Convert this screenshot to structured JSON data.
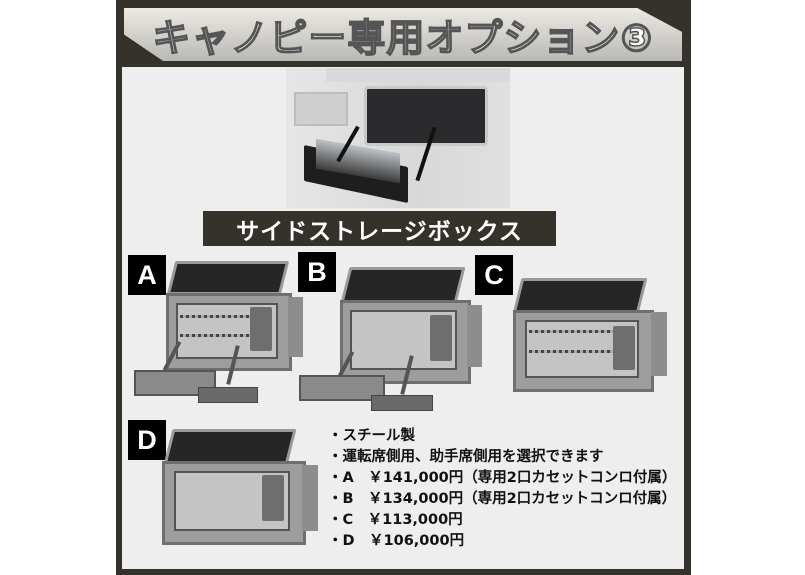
{
  "header": {
    "title": "キャノピー専用オプション③"
  },
  "photo": {
    "description": "Side storage box open on canopy with 2-burner cassette stove"
  },
  "section": {
    "label": "サイドストレージボックス"
  },
  "variants": [
    {
      "tag": "A",
      "has_stove_shelf": true,
      "has_rails": true
    },
    {
      "tag": "B",
      "has_stove_shelf": true,
      "has_rails": false
    },
    {
      "tag": "C",
      "has_stove_shelf": false,
      "has_rails": true
    },
    {
      "tag": "D",
      "has_stove_shelf": false,
      "has_rails": false
    }
  ],
  "specs": {
    "material": "・スチール製",
    "side": "・運転席側用、助手席側用を選択できます",
    "prices": [
      "・A　￥141,000円（専用2口カセットコンロ付属）",
      "・B　￥134,000円（専用2口カセットコンロ付属）",
      "・C　￥113,000円",
      "・D　￥106,000円"
    ]
  },
  "colors": {
    "frame": "#35312b",
    "panel": "#eeeeee",
    "tag_bg": "#000000",
    "text": "#111111"
  }
}
